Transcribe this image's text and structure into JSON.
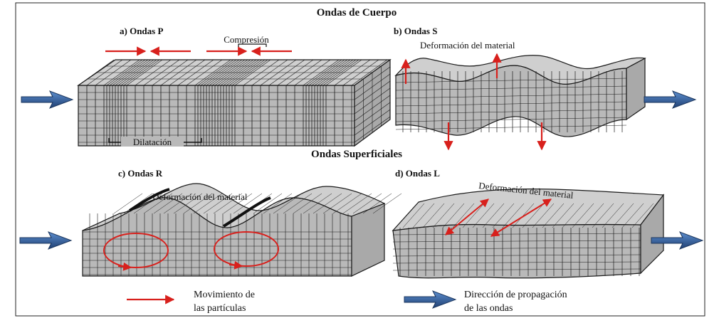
{
  "title": "Ondas de Cuerpo",
  "section2_title": "Ondas Superficiales",
  "panels": {
    "p": {
      "label": "a) Ondas P",
      "compression": "Compresión",
      "dilation": "Dilatación"
    },
    "s": {
      "label": "b) Ondas S",
      "deformation": "Deformación del material"
    },
    "r": {
      "label": "c) Ondas R",
      "deformation": "Deformación del material"
    },
    "l": {
      "label": "d) Ondas L",
      "deformation": "Deformación del material"
    }
  },
  "legend": {
    "particle_line1": "Movimiento de",
    "particle_line2": "las partículas",
    "propagation_line1": "Dirección de propagación",
    "propagation_line2": "de las ondas"
  },
  "colors": {
    "block_face": "#b9b9b9",
    "block_top": "#cfcfcf",
    "grid": "#1a1a1a",
    "red_arrow": "#d8201c",
    "blue_arrow": "#2f5d9a"
  }
}
